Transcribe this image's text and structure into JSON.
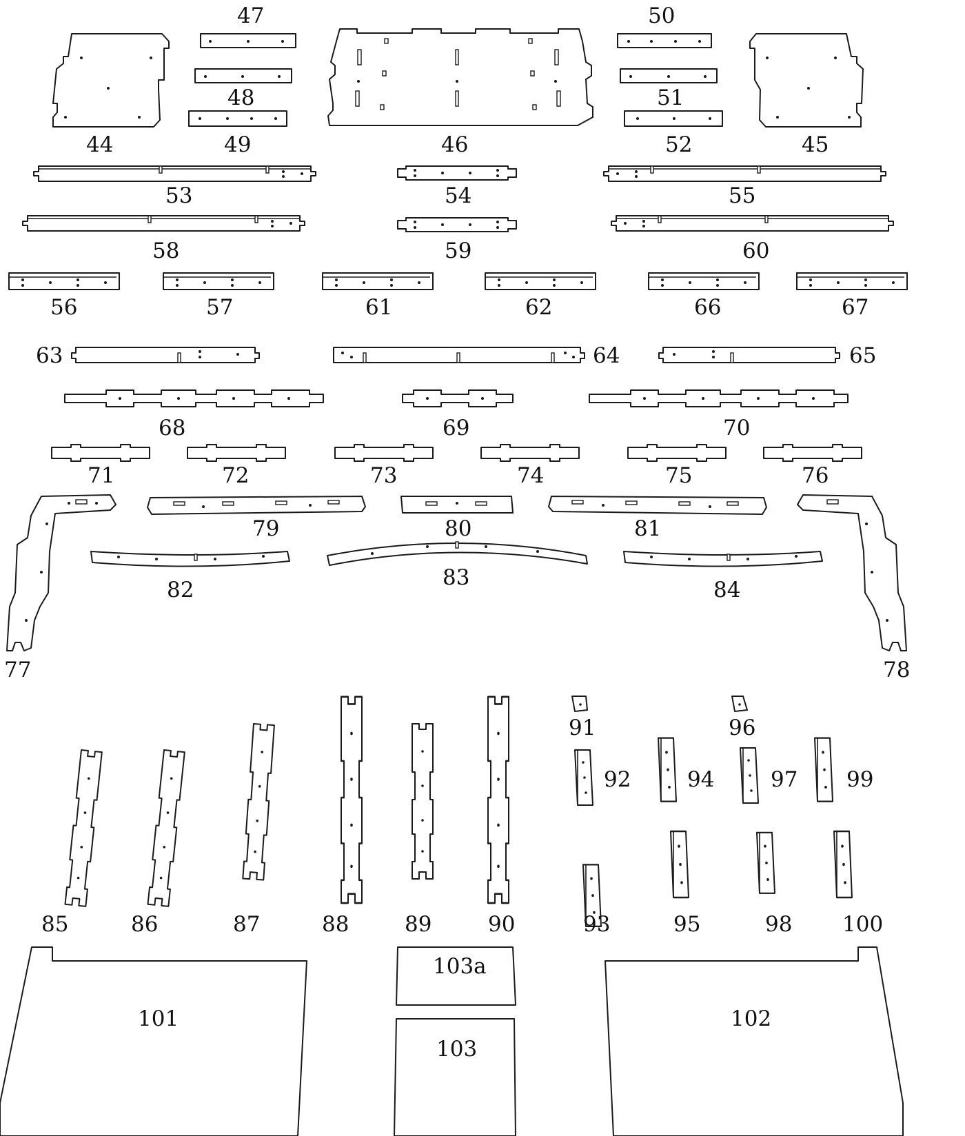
{
  "diagram": {
    "labels": {
      "p44": "44",
      "p45": "45",
      "p46": "46",
      "p47": "47",
      "p48": "48",
      "p49": "49",
      "p50": "50",
      "p51": "51",
      "p52": "52",
      "p53": "53",
      "p54": "54",
      "p55": "55",
      "p56": "56",
      "p57": "57",
      "p58": "58",
      "p59": "59",
      "p60": "60",
      "p61": "61",
      "p62": "62",
      "p63": "63",
      "p64": "64",
      "p65": "65",
      "p66": "66",
      "p67": "67",
      "p68": "68",
      "p69": "69",
      "p70": "70",
      "p71": "71",
      "p72": "72",
      "p73": "73",
      "p74": "74",
      "p75": "75",
      "p76": "76",
      "p77": "77",
      "p78": "78",
      "p79": "79",
      "p80": "80",
      "p81": "81",
      "p82": "82",
      "p83": "83",
      "p84": "84",
      "p85": "85",
      "p86": "86",
      "p87": "87",
      "p88": "88",
      "p89": "89",
      "p90": "90",
      "p91": "91",
      "p92": "92",
      "p93": "93",
      "p94": "94",
      "p95": "95",
      "p96": "96",
      "p97": "97",
      "p98": "98",
      "p99": "99",
      "p100": "100",
      "p101": "101",
      "p102": "102",
      "p103": "103",
      "p103a": "103a"
    },
    "colors": {
      "line": "#1a1a1a",
      "fill": "#ffffff",
      "text": "#111111"
    }
  }
}
